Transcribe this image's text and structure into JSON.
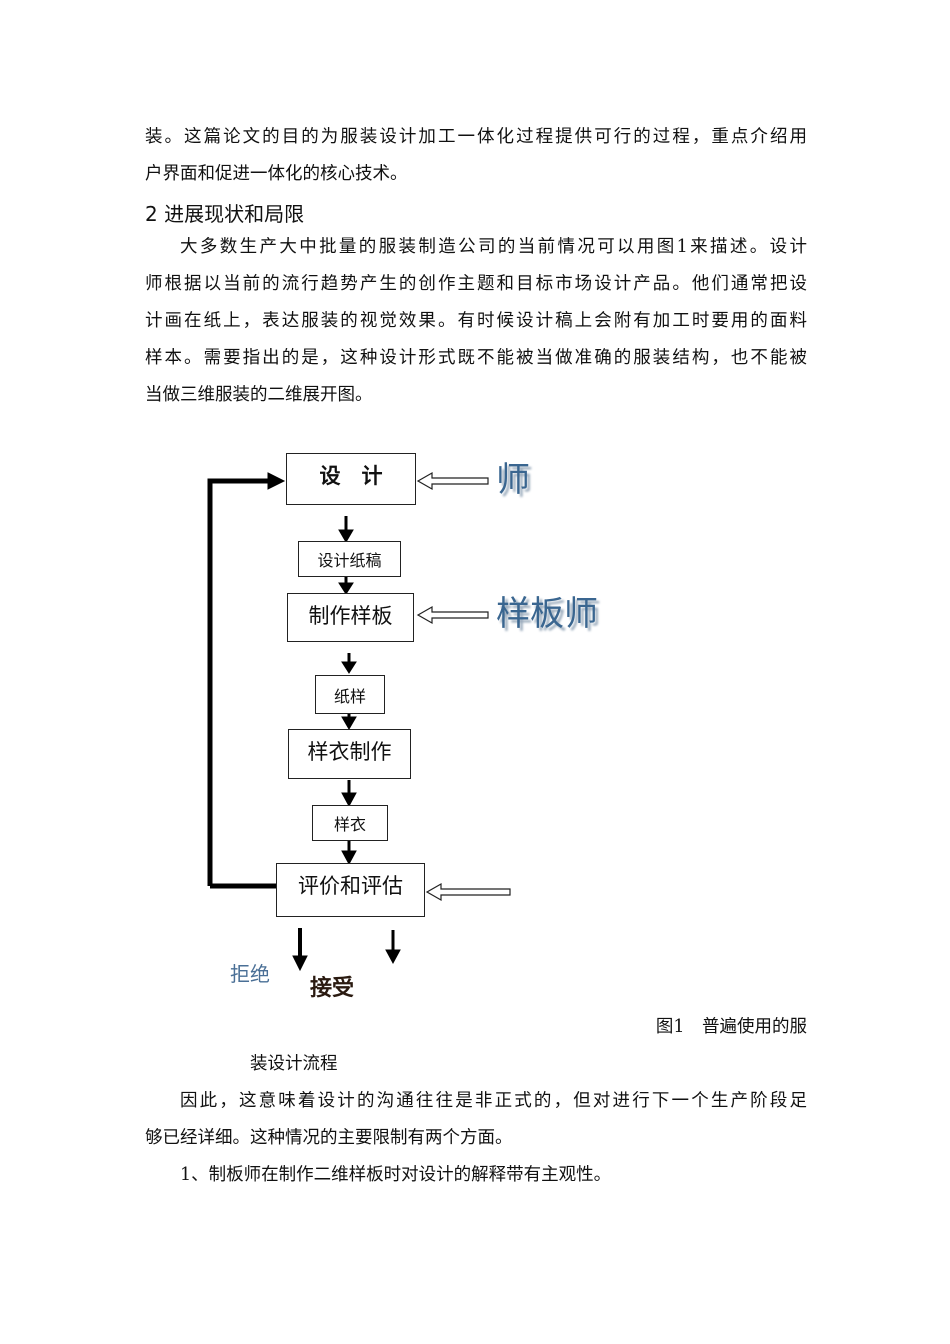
{
  "paragraphs": {
    "intro": [
      "装。这篇论文的目的为服装设计加工一体化过程提供可行的过程，重点介绍用",
      "户界面和促进一体化的核心技术。"
    ],
    "heading": "2  进展现状和局限",
    "p1": [
      "大多数生产大中批量的服装制造公司的当前情况可以用图1来描述。设计",
      "师根据以当前的流行趋势产生的创作主题和目标市场设计产品。他们通常把设",
      "计画在纸上，表达服装的视觉效果。有时候设计稿上会附有加工时要用的面料",
      "样本。需要指出的是，这种设计形式既不能被当做准确的服装结构，也不能被",
      "当做三维服装的二维展开图。"
    ],
    "p2": [
      "因此，这意味着设计的沟通往往是非正式的，但对进行下一个生产阶段足",
      "够已经详细。这种情况的主要限制有两个方面。"
    ],
    "p3": "1、制板师在制作二维样板时对设计的解释带有主观性。"
  },
  "figure": {
    "boxes": [
      "设　计",
      "设计纸稿",
      "制作样板",
      "纸样",
      "样衣制作",
      "样衣",
      "评价和评估"
    ],
    "watermarks": [
      "师",
      "样板师"
    ],
    "outcomes": [
      "拒绝",
      "接受"
    ],
    "caption": [
      "图1　普遍使用的服",
      "装设计流程"
    ]
  }
}
